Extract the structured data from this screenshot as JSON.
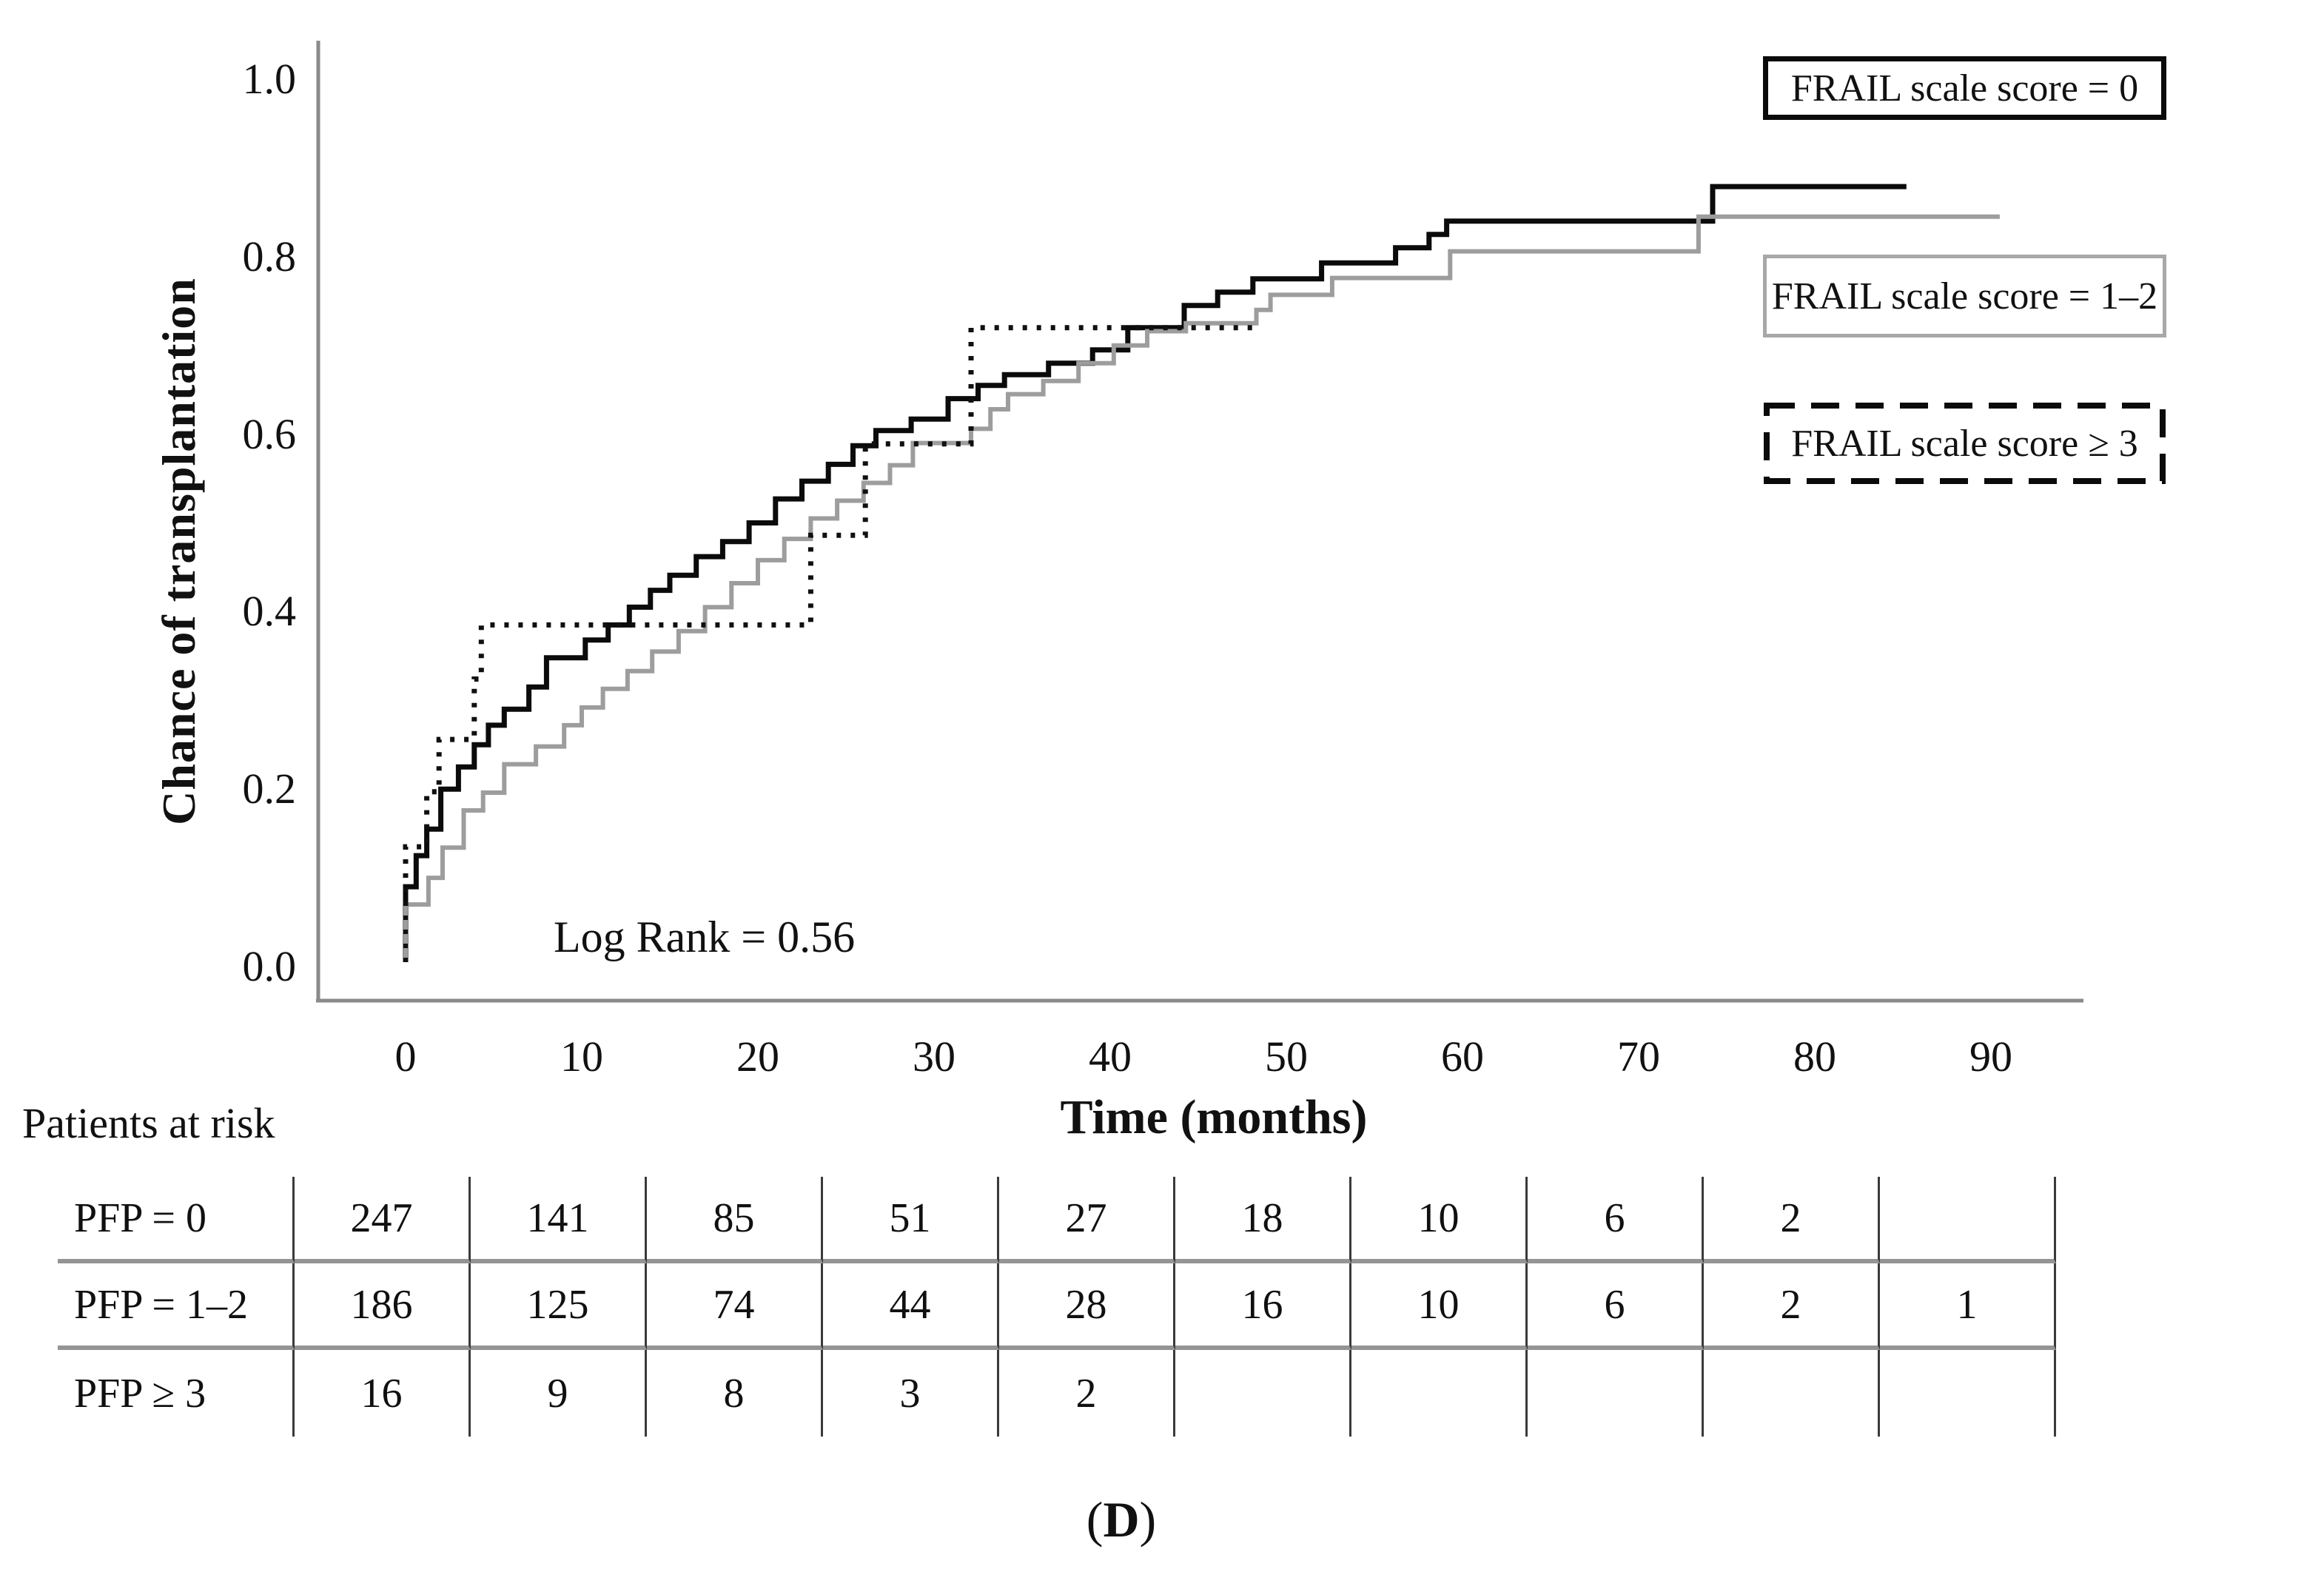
{
  "figure": {
    "caption_open": "(",
    "caption_letter": "D",
    "caption_close": ")"
  },
  "legend": {
    "items": [
      {
        "label": "FRAIL scale score = 0",
        "box_style": "solid-black"
      },
      {
        "label": "FRAIL scale score = 1–2",
        "box_style": "solid-gray"
      },
      {
        "label": "FRAIL scale score ≥ 3",
        "box_style": "dashed-black"
      }
    ]
  },
  "risk_table": {
    "title": "Patients at risk",
    "rows": [
      {
        "label": "PFP = 0",
        "values": [
          "247",
          "141",
          "85",
          "51",
          "27",
          "18",
          "10",
          "6",
          "2",
          ""
        ]
      },
      {
        "label": "PFP = 1–2",
        "values": [
          "186",
          "125",
          "74",
          "44",
          "28",
          "16",
          "10",
          "6",
          "2",
          "1"
        ]
      },
      {
        "label": "PFP ≥ 3",
        "values": [
          "16",
          "9",
          "8",
          "3",
          "2",
          "",
          "",
          "",
          "",
          ""
        ]
      }
    ]
  },
  "chart_data": {
    "type": "line",
    "subtype": "kaplan-meier-cumulative-incidence-step",
    "title": "",
    "xlabel": "Time (months)",
    "ylabel": "Chance of transplantation",
    "annotation": "Log Rank = 0.56",
    "xlim": [
      -5,
      95
    ],
    "ylim": [
      0,
      1.05
    ],
    "x_ticks": [
      "0",
      "10",
      "20",
      "30",
      "40",
      "50",
      "60",
      "70",
      "80",
      "90"
    ],
    "y_ticks": [
      "1.0",
      "0.8",
      "0.6",
      "0.4",
      "0.2",
      "0.0"
    ],
    "grid": false,
    "legend_position": "upper-right",
    "axis_color": "#8a8a8a",
    "series": [
      {
        "id": "frail-0",
        "name": "FRAIL scale score = 0",
        "line_style": "solid",
        "color": "#0b0b0b",
        "width": 7,
        "start": [
          0,
          0.005
        ],
        "steps": [
          [
            0,
            0.09
          ],
          [
            0.6,
            0.125
          ],
          [
            1.2,
            0.155
          ],
          [
            2,
            0.2
          ],
          [
            3,
            0.225
          ],
          [
            3.9,
            0.25
          ],
          [
            4.7,
            0.272
          ],
          [
            5.6,
            0.29
          ],
          [
            7,
            0.315
          ],
          [
            8,
            0.348
          ],
          [
            10.2,
            0.368
          ],
          [
            11.5,
            0.385
          ],
          [
            12.7,
            0.405
          ],
          [
            13.9,
            0.424
          ],
          [
            15,
            0.441
          ],
          [
            16.5,
            0.462
          ],
          [
            18,
            0.479
          ],
          [
            19.5,
            0.5
          ],
          [
            21,
            0.527
          ],
          [
            22.5,
            0.547
          ],
          [
            24,
            0.566
          ],
          [
            25.4,
            0.587
          ],
          [
            26.7,
            0.604
          ],
          [
            28.7,
            0.617
          ],
          [
            30.8,
            0.64
          ],
          [
            32.5,
            0.655
          ],
          [
            34,
            0.667
          ],
          [
            36.5,
            0.68
          ],
          [
            39,
            0.695
          ],
          [
            41,
            0.72
          ],
          [
            44.2,
            0.745
          ],
          [
            46.1,
            0.76
          ],
          [
            48.1,
            0.775
          ],
          [
            52,
            0.793
          ],
          [
            56.2,
            0.81
          ],
          [
            58.1,
            0.825
          ],
          [
            59.1,
            0.84
          ],
          [
            74.2,
            0.879
          ]
        ],
        "end_t": 85.2
      },
      {
        "id": "frail-1-2",
        "name": "FRAIL scale score = 1–2",
        "line_style": "solid",
        "color": "#9d9d9d",
        "width": 6,
        "start": [
          0,
          0.005
        ],
        "steps": [
          [
            0,
            0.07
          ],
          [
            1.3,
            0.1
          ],
          [
            2.1,
            0.134
          ],
          [
            3.3,
            0.176
          ],
          [
            4.4,
            0.196
          ],
          [
            5.6,
            0.228
          ],
          [
            7.4,
            0.248
          ],
          [
            9,
            0.272
          ],
          [
            10,
            0.292
          ],
          [
            11.2,
            0.313
          ],
          [
            12.6,
            0.333
          ],
          [
            14,
            0.355
          ],
          [
            15.5,
            0.378
          ],
          [
            17,
            0.405
          ],
          [
            18.5,
            0.432
          ],
          [
            20,
            0.458
          ],
          [
            21.5,
            0.482
          ],
          [
            23,
            0.505
          ],
          [
            24.5,
            0.525
          ],
          [
            26,
            0.545
          ],
          [
            27.5,
            0.565
          ],
          [
            28.8,
            0.59
          ],
          [
            32.1,
            0.606
          ],
          [
            33.2,
            0.628
          ],
          [
            34.2,
            0.645
          ],
          [
            36.2,
            0.66
          ],
          [
            38.2,
            0.68
          ],
          [
            40.2,
            0.7
          ],
          [
            42.1,
            0.716
          ],
          [
            44.3,
            0.725
          ],
          [
            48.3,
            0.74
          ],
          [
            49.1,
            0.757
          ],
          [
            52.6,
            0.776
          ],
          [
            59.3,
            0.806
          ],
          [
            73.4,
            0.845
          ]
        ],
        "end_t": 90.5
      },
      {
        "id": "frail-ge-3",
        "name": "FRAIL scale score ≥ 3",
        "line_style": "dotted",
        "color": "#101010",
        "width": 7,
        "start": [
          0,
          0.005
        ],
        "steps": [
          [
            0,
            0.135
          ],
          [
            1.2,
            0.197
          ],
          [
            1.9,
            0.256
          ],
          [
            3.9,
            0.324
          ],
          [
            4.3,
            0.385
          ],
          [
            23,
            0.486
          ],
          [
            26.1,
            0.589
          ],
          [
            32.1,
            0.72
          ]
        ],
        "end_t": 48.1
      }
    ]
  }
}
